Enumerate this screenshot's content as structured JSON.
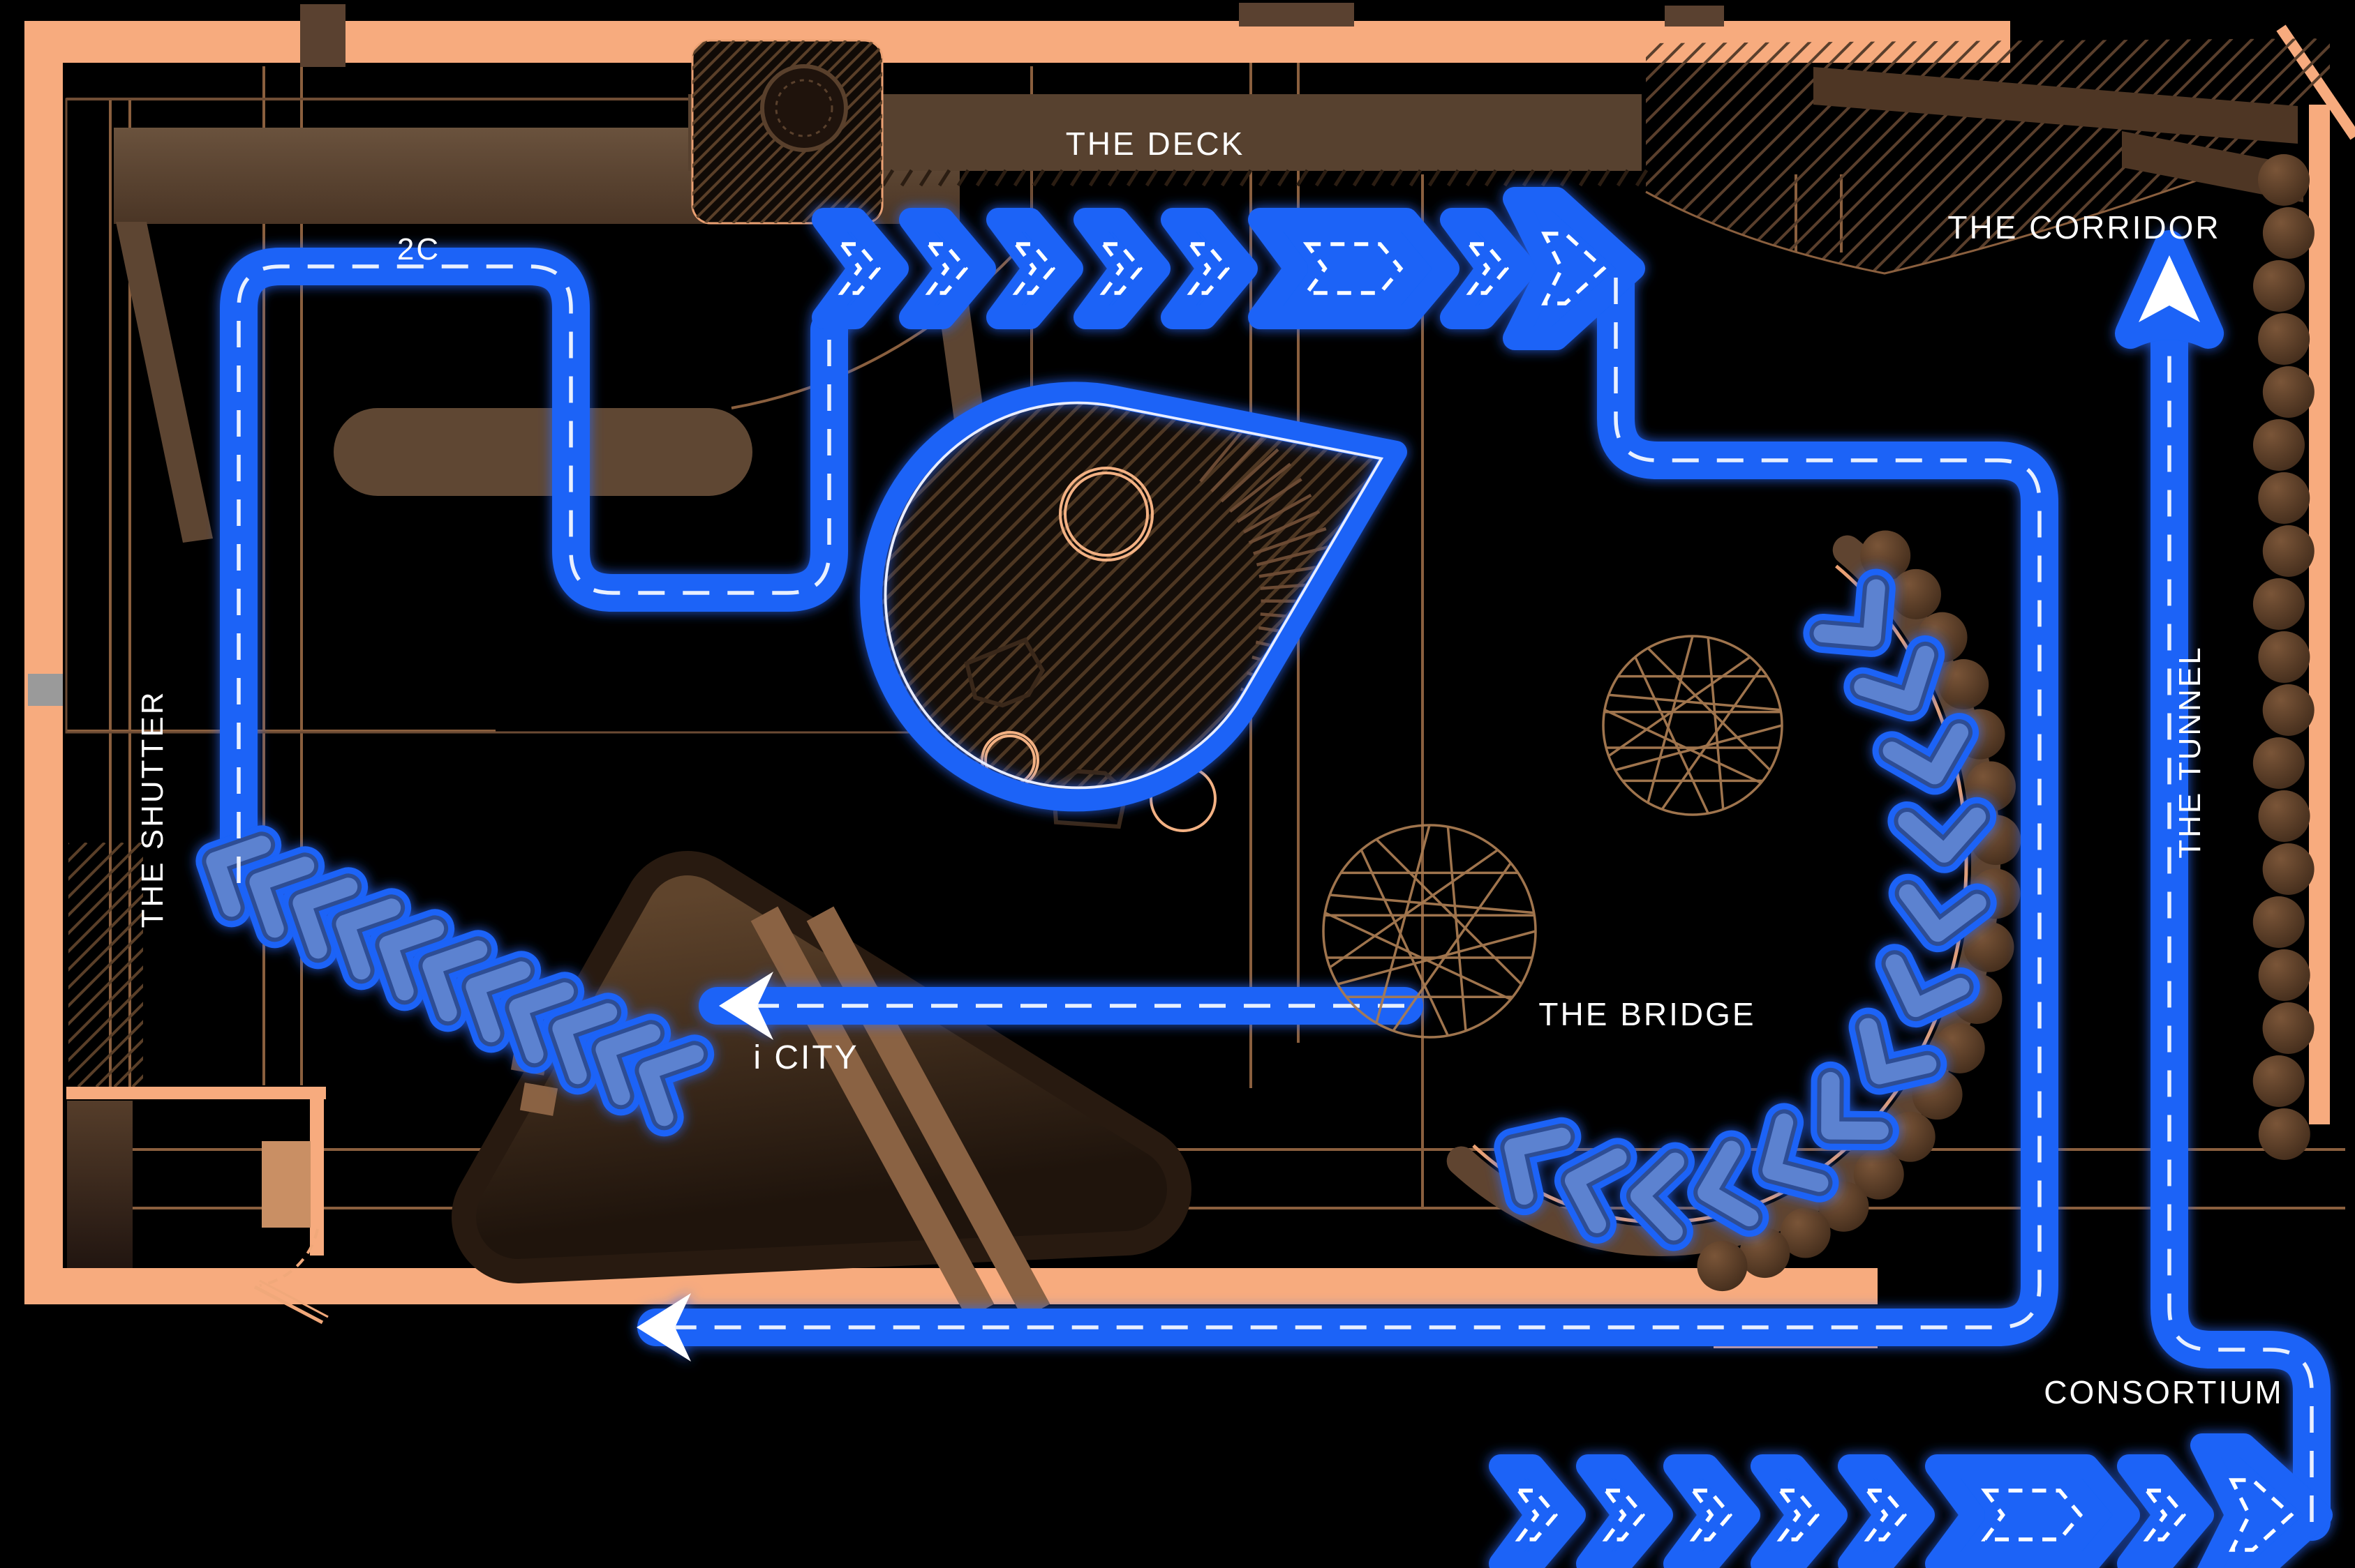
{
  "map": {
    "title": "floor plan visitor route map",
    "area_labels": [
      {
        "id": "deck",
        "text": "THE DECK"
      },
      {
        "id": "corridor",
        "text": "THE CORRIDOR"
      },
      {
        "id": "room-2c",
        "text": "2C"
      },
      {
        "id": "shutter",
        "text": "THE SHUTTER"
      },
      {
        "id": "tunnel",
        "text": "THE TUNNEL"
      },
      {
        "id": "icity",
        "text": "i CITY"
      },
      {
        "id": "bridge",
        "text": "THE BRIDGE"
      },
      {
        "id": "consortium",
        "text": "CONSORTIUM"
      }
    ],
    "icons": {
      "route_chevron": "chevron-arrow-icon",
      "route_arrowhead": "arrowhead-icon",
      "direction_up_arrow": "up-arrow-icon"
    },
    "colors": {
      "background": "#000000",
      "route_blue": "#1a63f7",
      "route_glow": "#2b6bff",
      "chevron_fill": "#5b82d0",
      "chevron_edge": "#2e4e94",
      "dash_white": "#f5f8ff",
      "wall_peach": "#f7ab7e",
      "wall_edge_peach": "#eba173",
      "wood_dark": "#3c2a1c",
      "wood_mid": "#5d4330",
      "deck_band": "#57412f",
      "hairline_tan": "#8a5f3e",
      "bead_brown": "#5d4027",
      "text_white": "#ffffff"
    }
  }
}
